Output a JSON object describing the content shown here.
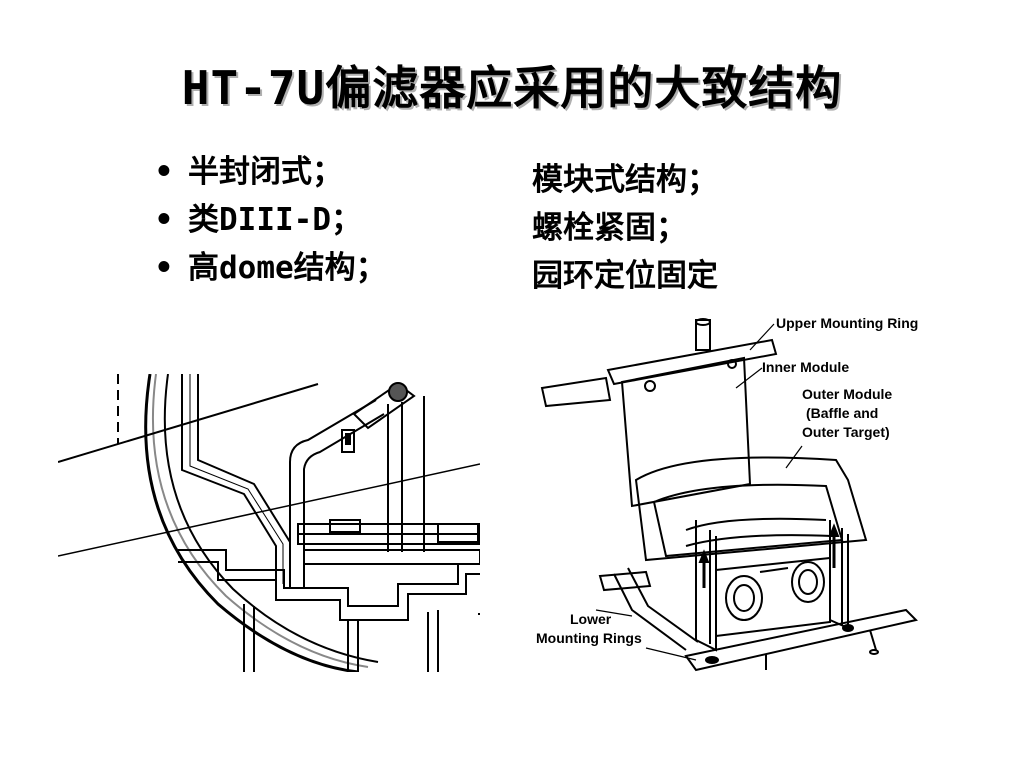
{
  "slide": {
    "title": "HT-7U偏滤器应采用的大致结构",
    "bullets": [
      "半封闭式；",
      "类DIII-D；",
      "高dome结构；"
    ],
    "right_lines": [
      "模块式结构；",
      "螺栓紧固；",
      "园环定位固定"
    ]
  },
  "figure": {
    "labels": {
      "upper_mounting_ring": "Upper Mounting Ring",
      "inner_module": "Inner Module",
      "outer_module_1": "Outer Module",
      "outer_module_2": "(Baffle and",
      "outer_module_3": "Outer Target)",
      "lower_mounting_1": "Lower",
      "lower_mounting_2": "Mounting Rings"
    }
  }
}
